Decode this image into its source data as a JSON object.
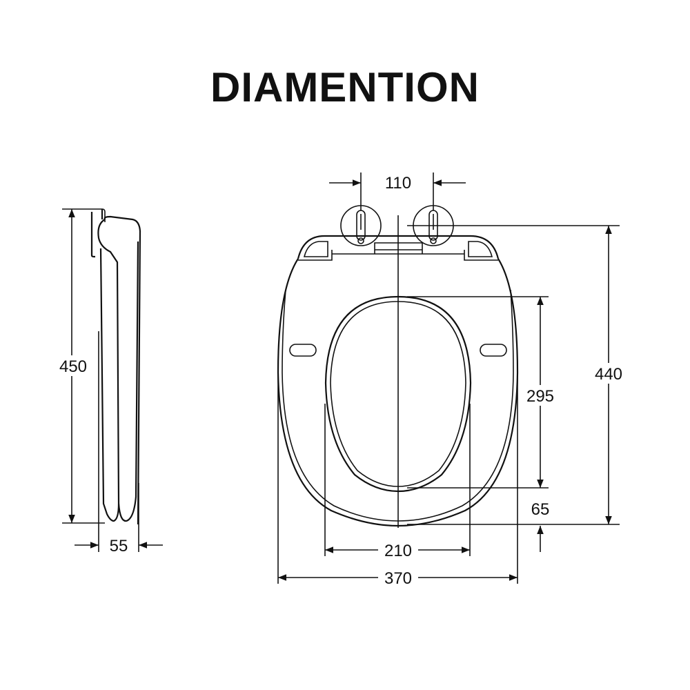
{
  "title": "DIAMENTION",
  "dimensions": {
    "hinge_spacing": "110",
    "side_height": "450",
    "side_thickness": "55",
    "overall_length": "440",
    "opening_length": "295",
    "front_rim": "65",
    "opening_width": "210",
    "overall_width": "370"
  },
  "colors": {
    "line": "#111111",
    "background": "#ffffff"
  }
}
